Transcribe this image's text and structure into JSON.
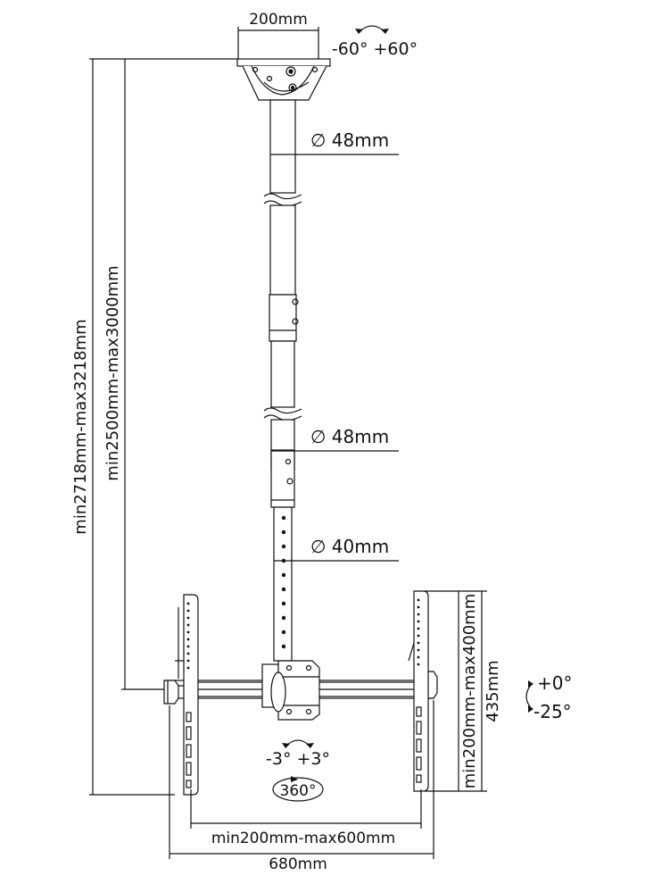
{
  "labels": {
    "top_width": "200mm",
    "tilt_top": "-60° +60°",
    "dia_upper": "∅ 48mm",
    "dia_middle": "∅ 48mm",
    "dia_lower": "∅ 40mm",
    "height_outer": "min2718mm-max3218mm",
    "height_inner": "min2500mm-max3000mm",
    "vesa_vertical": "min200mm-max400mm",
    "bracket_height": "435mm",
    "tilt_plus": "+0°",
    "tilt_minus": "-25°",
    "swivel": "-3° +3°",
    "rotate": "360°",
    "vesa_horizontal": "min200mm-max600mm",
    "overall_width": "680mm"
  },
  "colors": {
    "line": "#111111",
    "background": "#ffffff"
  }
}
